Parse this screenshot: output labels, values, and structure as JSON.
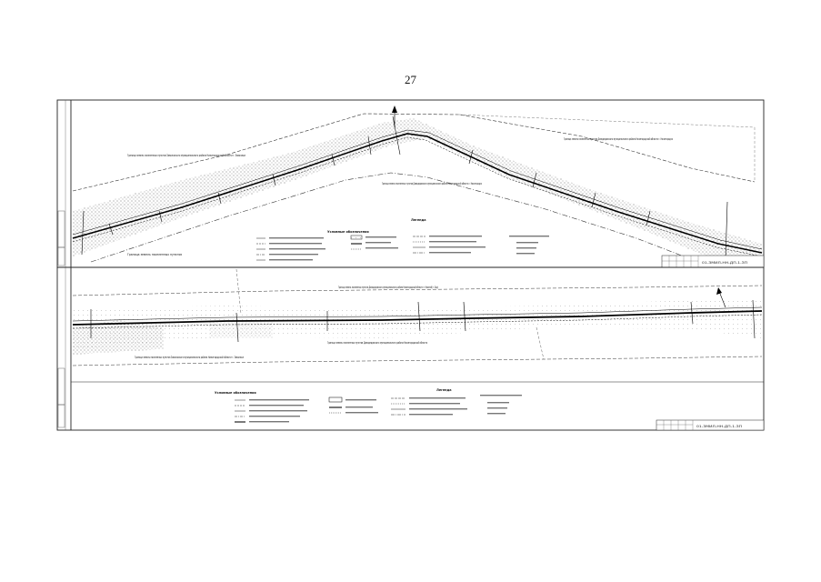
{
  "page": {
    "number": "27"
  },
  "sheets": [
    {
      "labels": [
        "Граница земель населенных пунктов Заволжского муниципального района Нижегородской области г. Заволжье",
        "Граница земель населенных пунктов Домодедовского муниципального района Нижегородской области г. Нижегородск",
        "Граница земель населенных пунктов Домодедовского муниципального района Нижегородской области г. Нижегородск",
        "Граница земель населенных пунктов"
      ],
      "legend_title": "Условные обозначения",
      "legend_header": "Легенда",
      "stamp_code": "01-ЗМИЛ-НН-ДП-1-ЗП"
    },
    {
      "labels": [
        "Граница земель населенных пунктов Домодедовского муниципального района Нижегородской области г. Нижний (г. Бор)",
        "Граница земель населенных пунктов Заволжского муниципального района Нижегородской области г. Заволжье",
        "Граница земель населенных пунктов Домодедовского муниципального района Нижегородской области"
      ],
      "legend_title": "Условные обозначения",
      "legend_header": "Легенда",
      "stamp_code": "01-ЗМИЛ-НН-ДП-1-ЗП"
    }
  ]
}
